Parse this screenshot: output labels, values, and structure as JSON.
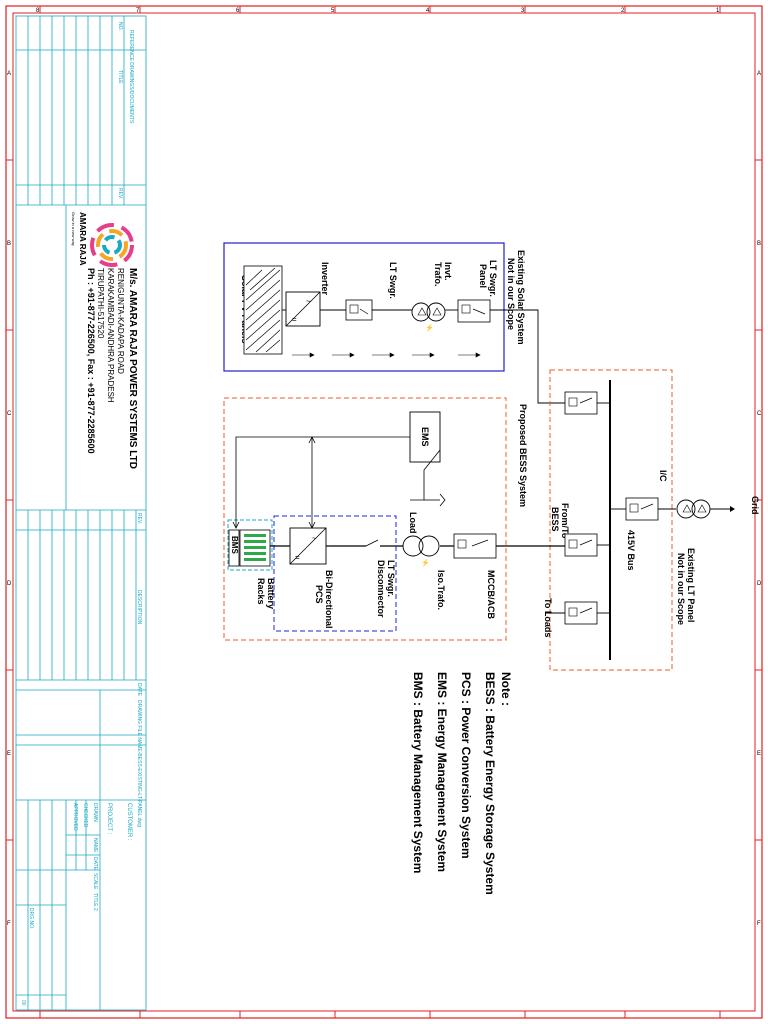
{
  "company": {
    "name": "M/s. AMARA RAJA POWER SYSTEMS LTD",
    "addr1": "RENIGUNTA-KADAPA ROAD",
    "addr2": "KARAKAMBADI-ANDHRA PRADESH",
    "addr3": "TIRUPATHI-517520",
    "phone": "Ph : +91-877-226500, Fax : +91-877-2285600",
    "logo_text": "AMARA RAJA",
    "logo_tagline": "Grow in a new way"
  },
  "title_block": {
    "ref_header": "REFERENCE DRAWINGS/DOCUMENTS",
    "no": "NO.",
    "title": "TITLE",
    "rev": "REV.",
    "description": "DESCRIPTION",
    "date": "DATE",
    "drg_file": "DRAWING FILE NAME-BESS-EXISTING-LT-PANEL.dwg",
    "customer": "CUSTOMER :",
    "project": "PROJECT :",
    "drawn": "DRAWN",
    "checked": "CHECKED",
    "approved": "APPROVED",
    "name_col": "NAME",
    "date_col": "DATE",
    "scale": "SCALE",
    "title2": "TITLE 2",
    "drg_no": "DRG NO.",
    "rev_no": "00"
  },
  "diagram": {
    "solar_caption_1": "Existing Solar System",
    "solar_caption_2": "Not in our Scope",
    "lt_swgr_panel_1": "LT Swgr.",
    "lt_swgr_panel_2": "Panel",
    "invt_trafo_1": "Invt.",
    "invt_trafo_2": "Trafo.",
    "lt_swgr": "LT Swgr.",
    "inverter": "Inverter",
    "solar_pv": "Solar PV Panels",
    "bess_caption": "Proposed BESS System",
    "ems": "EMS",
    "load": "Load",
    "from_to_1": "From/To",
    "from_to_2": "BESS",
    "bus": "415V Bus",
    "ic": "I/C",
    "grid": "Grid",
    "lt_panel_1": "Existing LT Panel",
    "lt_panel_2": "Not in our Scope",
    "to_loads": "To Loads",
    "mccb": "MCCB/ACB",
    "iso_trafo": "Iso.Trafo.",
    "lt_disc_1": "LT Swgr.",
    "lt_disc_2": "Disconnector",
    "pcs_1": "Bi-Directional",
    "pcs_2": "PCS",
    "bms": "BMS",
    "battery_1": "Battery",
    "battery_2": "Racks"
  },
  "notes": {
    "header": "Note :",
    "items": [
      "BESS : Battery Energy Storage System",
      "PCS  : Power Conversion System",
      "EMS  : Energy Management System",
      "BMS  : Battery Management System"
    ]
  },
  "border": {
    "top_numbers": [
      "8",
      "7",
      "6",
      "5",
      "4",
      "3",
      "2",
      "1"
    ],
    "side_letters": [
      "A",
      "B",
      "C",
      "D",
      "E",
      "F"
    ]
  },
  "colors": {
    "frame": "#e02020",
    "titleblock": "#1aa9c4",
    "solar_box": "#2020c8",
    "bess_box": "#e8602a",
    "pcs_box": "#2020e0",
    "bms_box": "#1aa9c4",
    "battery_fill": "#2ea84a"
  }
}
